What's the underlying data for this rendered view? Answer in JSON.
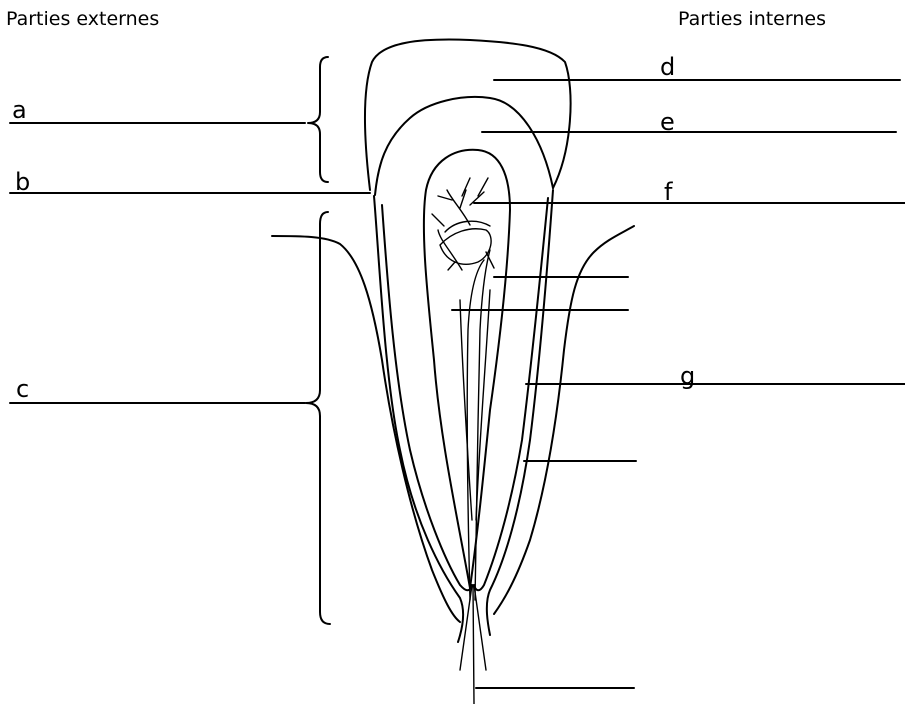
{
  "headings": {
    "left": "Parties externes",
    "right": "Parties internes"
  },
  "labels": {
    "a": "a",
    "b": "b",
    "c": "c",
    "d": "d",
    "e": "e",
    "f": "f",
    "g": "g"
  },
  "colors": {
    "ink": "#000000",
    "background": "#ffffff"
  }
}
